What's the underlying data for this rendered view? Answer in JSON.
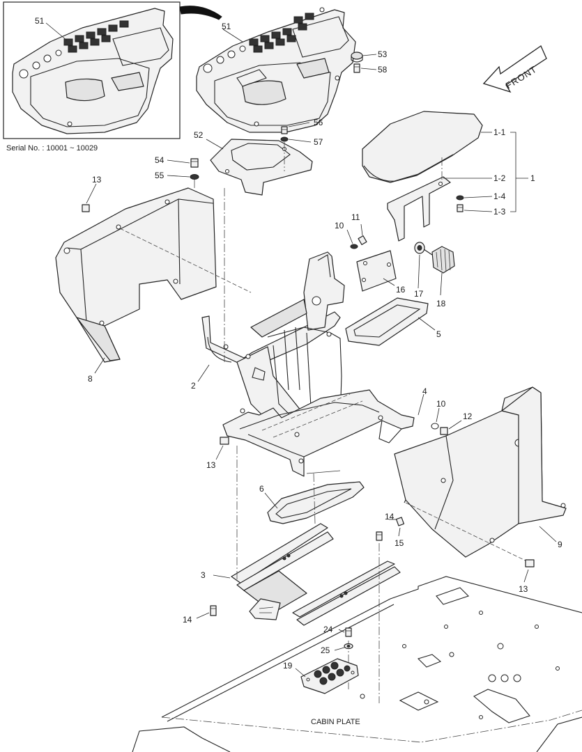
{
  "serial_note": "Serial No. : 10001 ~ 10029",
  "direction_label": "FRONT",
  "base_label": "CABIN PLATE",
  "callouts": {
    "p51_inset": "51",
    "p51": "51",
    "p53": "53",
    "p58": "58",
    "p56": "56",
    "p57": "57",
    "p52": "52",
    "p54": "54",
    "p55": "55",
    "p13_left": "13",
    "p11": "11",
    "p10_upper": "10",
    "p16": "16",
    "p17": "17",
    "p18": "18",
    "p5": "5",
    "p8": "8",
    "p2": "2",
    "p4": "4",
    "p10_lower": "10",
    "p12": "12",
    "p13_mid": "13",
    "p6": "6",
    "p14_upper": "14",
    "p15": "15",
    "p9": "9",
    "p3": "3",
    "p13_right": "13",
    "p14_lower": "14",
    "p24": "24",
    "p25": "25",
    "p19": "19",
    "p1_1": "1-1",
    "p1_2": "1-2",
    "p1": "1",
    "p1_4": "1-4",
    "p1_3": "1-3"
  }
}
